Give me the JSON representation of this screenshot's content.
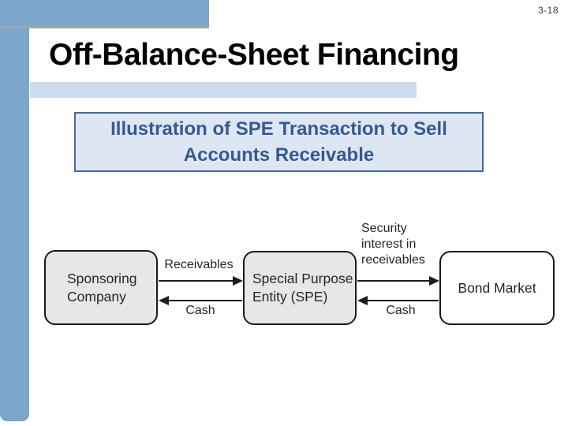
{
  "page": {
    "page_number": "3-18"
  },
  "header": {
    "title": "Off-Balance-Sheet Financing"
  },
  "subtitle": {
    "line1": "Illustration of SPE Transaction to Sell",
    "line2": "Accounts Receivable"
  },
  "colors": {
    "band_blue": "#7da6cd",
    "accent_bar_blue": "#cbdcec",
    "subtitle_bg": "#dde7f3",
    "subtitle_border": "#46689a",
    "subtitle_text": "#36598f",
    "title_text": "#000000",
    "node_fill_gray": "#e7e7e7",
    "node_fill_white": "#ffffff",
    "diagram_line": "#1b1b1b"
  },
  "diagram": {
    "nodes": [
      {
        "id": "sponsoring-company",
        "label": "Sponsoring\nCompany"
      },
      {
        "id": "special-purpose-entity",
        "label": "Special Purpose\nEntity (SPE)"
      },
      {
        "id": "bond-market",
        "label": "Bond Market"
      }
    ],
    "edges": [
      {
        "from": "sponsoring-company",
        "to": "special-purpose-entity",
        "direction": "right",
        "label": "Receivables"
      },
      {
        "from": "special-purpose-entity",
        "to": "sponsoring-company",
        "direction": "left",
        "label": "Cash"
      },
      {
        "from": "special-purpose-entity",
        "to": "bond-market",
        "direction": "right",
        "label": "Security\ninterest in\nreceivables"
      },
      {
        "from": "bond-market",
        "to": "special-purpose-entity",
        "direction": "left",
        "label": "Cash"
      }
    ]
  }
}
